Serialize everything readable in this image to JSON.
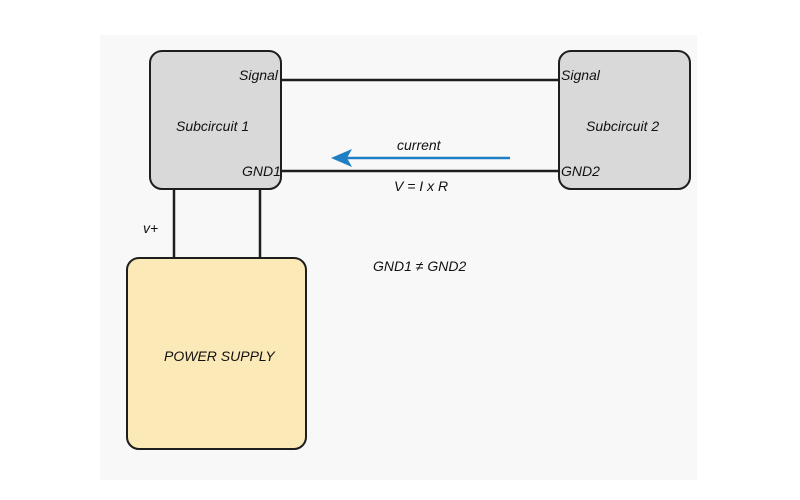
{
  "subcircuit1": {
    "title": "Subcircuit 1",
    "signal_label": "Signal",
    "ground_label": "GND1"
  },
  "subcircuit2": {
    "title": "Subcircuit 2",
    "signal_label": "Signal",
    "ground_label": "GND2"
  },
  "power_supply": {
    "title": "POWER SUPPLY",
    "vplus_label": "v+"
  },
  "current": {
    "label": "current",
    "formula": "V = I x R",
    "arrow_color": "#1f7fc4"
  },
  "note": "GND1 ≠ GND2",
  "colors": {
    "subcircuit_fill": "#d9d9d9",
    "power_supply_fill": "#fbe9b7",
    "wire": "#1e1e1e"
  }
}
